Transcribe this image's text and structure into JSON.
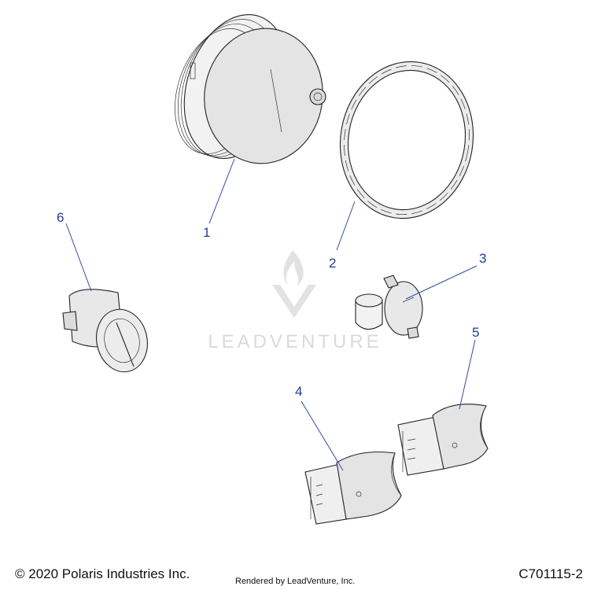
{
  "watermark": {
    "brand": "LEADVENTURE"
  },
  "callouts": [
    "1",
    "2",
    "3",
    "4",
    "5",
    "6"
  ],
  "footer": {
    "copyright": "© 2020 Polaris Industries Inc.",
    "rendered_by": "Rendered by LeadVenture, Inc.",
    "diagram_code": "C701115-2"
  }
}
